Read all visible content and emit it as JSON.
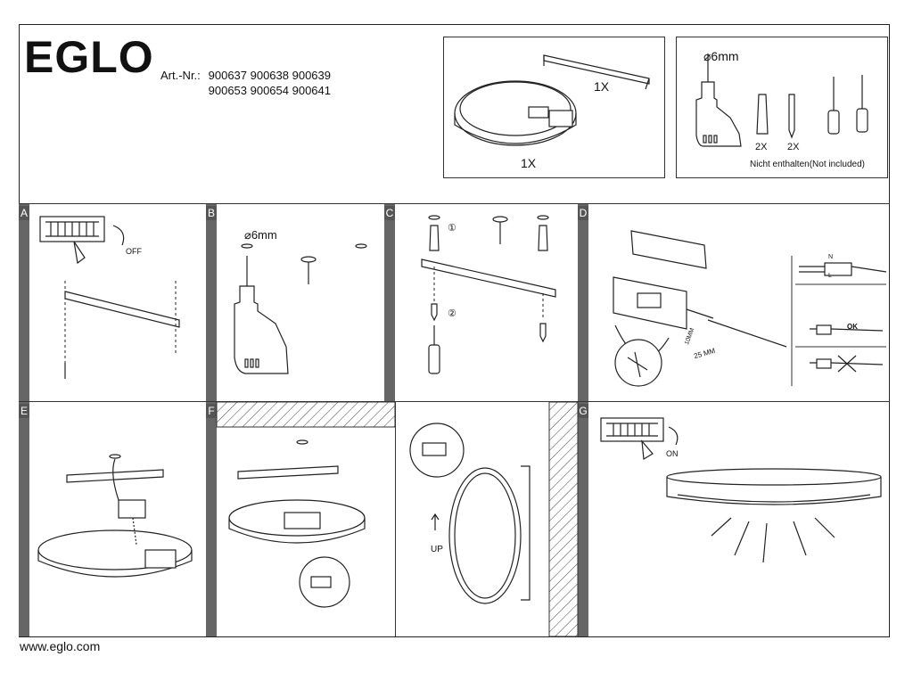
{
  "brand": "EGLO",
  "article": {
    "label": "Art.-Nr.:",
    "row1": "900637  900638  900639",
    "row2": "900653  900654  900641"
  },
  "parts": {
    "bracket_qty": "1X",
    "lamp_qty": "1X"
  },
  "tools": {
    "drill_size": "⌀6mm",
    "dowel_qty": "2X",
    "screw_qty": "2X",
    "not_included": "Nicht enthalten(Not included)"
  },
  "steps": {
    "a": "A",
    "b": "B",
    "c": "C",
    "d": "D",
    "e": "E",
    "f": "F",
    "g": "G"
  },
  "step_a": {
    "off_label": "OFF"
  },
  "step_b": {
    "drill_size": "⌀6mm"
  },
  "step_c": {
    "step1": "①",
    "step2": "②"
  },
  "step_d": {
    "strip_len": "10MM",
    "wire_len": "25 MM",
    "ok_label": "OK",
    "n_label": "N",
    "l_label": "L"
  },
  "step_f2": {
    "up_label": "UP"
  },
  "step_g": {
    "on_label": "ON"
  },
  "footer": {
    "url": "www.eglo.com"
  }
}
